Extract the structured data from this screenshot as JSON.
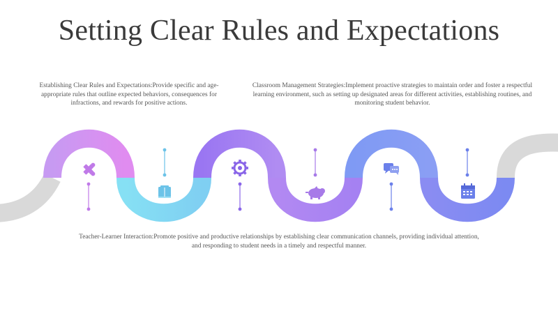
{
  "title": "Setting Clear Rules and Expectations",
  "items": [
    {
      "heading": "Establishing Clear Rules and Expectations:",
      "text": "Provide specific and age-appropriate rules that outline expected behaviors, consequences for infractions, and rewards for positive actions."
    },
    {
      "heading": "Classroom Management Strategies:",
      "text": "Implement proactive strategies to maintain order and foster a respectful learning environment, such as setting up designated areas for different activities, establishing routines, and monitoring student behavior."
    },
    {
      "heading": "Teacher-Learner Interaction:",
      "text": "Promote positive and productive relationships by establishing clear communication channels, providing individual attention, and responding to student needs in a timely and respectful manner."
    }
  ],
  "icons": [
    "puzzle-icon",
    "book-icon",
    "gear-icon",
    "piggy-bank-icon",
    "chat-icon",
    "calendar-icon"
  ],
  "colors": {
    "track_gray": "#d9d9d9",
    "pink": "#d78cf0",
    "cyan": "#80d8f2",
    "violet": "#9d7af2",
    "blue": "#7a90f3",
    "icon_pink": "#c07ae8",
    "icon_cyan": "#6cc3e8",
    "icon_violet": "#8a66e8",
    "icon_blue": "#6b80ea"
  }
}
